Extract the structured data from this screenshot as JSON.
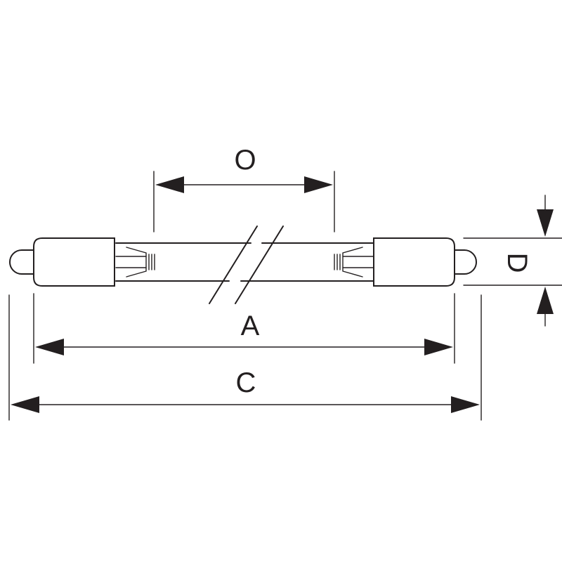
{
  "diagram": {
    "labels": {
      "o": "O",
      "a": "A",
      "c": "C",
      "d": "D"
    },
    "colors": {
      "line": "#231f20",
      "background": "#ffffff"
    }
  }
}
